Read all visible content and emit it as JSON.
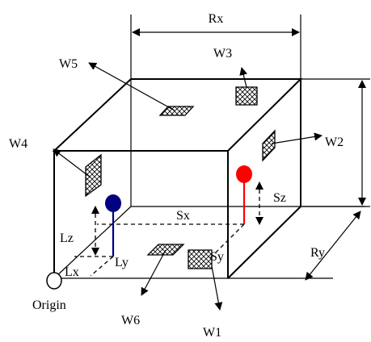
{
  "labels": {
    "rx": "Rx",
    "ry": "Ry",
    "w1": "W1",
    "w2": "W2",
    "w3": "W3",
    "w4": "W4",
    "w5": "W5",
    "w6": "W6",
    "sx": "Sx",
    "sy": "Sy",
    "sz": "Sz",
    "lx": "Lx",
    "ly": "Ly",
    "lz": "Lz",
    "origin": "Origin"
  },
  "colors": {
    "source": "#ff0000",
    "listener": "#000080",
    "lines": "#000000"
  }
}
